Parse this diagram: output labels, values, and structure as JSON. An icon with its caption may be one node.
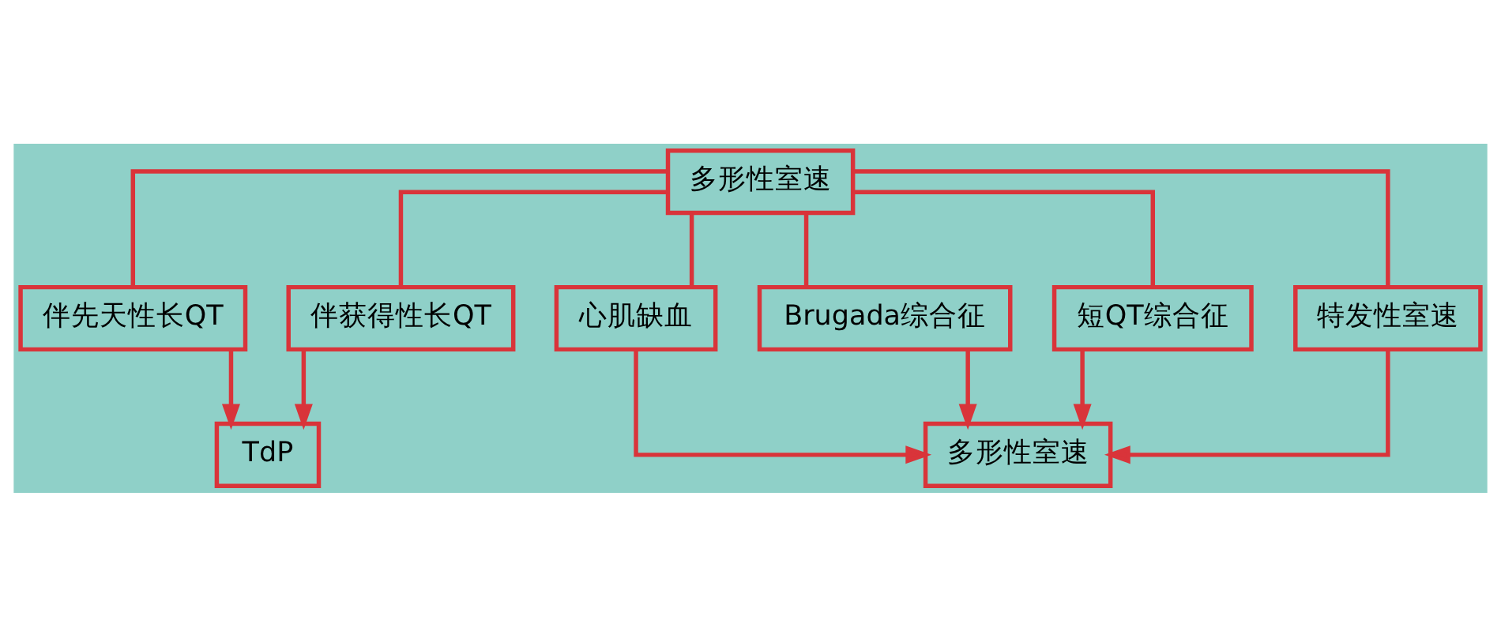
{
  "diagram": {
    "nodes": [
      {
        "text": [
          "多形性室速"
        ]
      },
      {
        "text": [
          "伴先天性长QT"
        ]
      },
      {
        "text": [
          "伴获得性长QT"
        ]
      },
      {
        "text": [
          "心肌缺血"
        ]
      },
      {
        "text": [
          "Brugada综合征"
        ]
      },
      {
        "text": [
          "短QT综合征"
        ]
      },
      {
        "text": [
          "特发性室速"
        ]
      },
      {
        "text": [
          "TdP"
        ]
      },
      {
        "text": [
          "多形性室速"
        ]
      }
    ],
    "edges": [
      {
        "from": 0,
        "to": 1,
        "arrow": "none"
      },
      {
        "from": 0,
        "to": 2,
        "arrow": "none"
      },
      {
        "from": 0,
        "to": 3,
        "arrow": "none"
      },
      {
        "from": 0,
        "to": 4,
        "arrow": "none"
      },
      {
        "from": 0,
        "to": 5,
        "arrow": "none"
      },
      {
        "from": 0,
        "to": 6,
        "arrow": "none"
      },
      {
        "from": 1,
        "to": 7,
        "arrow": "to"
      },
      {
        "from": 2,
        "to": 7,
        "arrow": "to"
      },
      {
        "from": 3,
        "to": 8,
        "arrow": "to"
      },
      {
        "from": 4,
        "to": 8,
        "arrow": "to"
      },
      {
        "from": 5,
        "to": 8,
        "arrow": "to"
      },
      {
        "from": 6,
        "to": 8,
        "arrow": "to"
      }
    ]
  }
}
